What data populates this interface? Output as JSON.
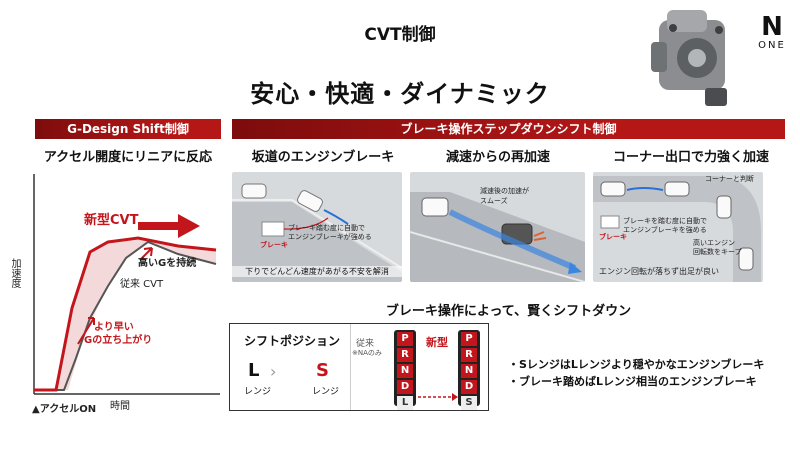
{
  "header": {
    "title": "CVT制御",
    "subtitle": "安心・快適・ダイナミック",
    "logo_big": "N",
    "logo_small": "ONE"
  },
  "left_panel": {
    "band": "G-Design Shift制御",
    "heading": "アクセル開度にリニアに反応",
    "ylabel": "加速度",
    "xlabel": "時間",
    "accel_on": "▲アクセルON",
    "new_cvt": "新型CVT",
    "keep_g": "高いGを持続",
    "old_cvt": "従来 CVT",
    "early_rise_1": "より早い",
    "early_rise_2": "Gの立ち上がり"
  },
  "right_panel": {
    "band": "ブレーキ操作ステップダウンシフト制御",
    "scenes": [
      {
        "heading": "坂道のエンジンブレーキ",
        "callout": "ブレーキ踏む度に自動で\nエンジンブレーキが強める",
        "brake": "ブレーキ",
        "caption": "下りでどんどん速度があがる不安を解消"
      },
      {
        "heading": "減速からの再加速",
        "callout_1": "減速後の加速が",
        "callout_2": "スムーズ"
      },
      {
        "heading": "コーナー出口で力強く加速",
        "callout_top": "コーナーと判断",
        "callout_mid_1": "ブレーキを踏む度に自動で",
        "callout_mid_2": "エンジンブレーキを強める",
        "brake": "ブレーキ",
        "callout_right_1": "高いエンジン",
        "callout_right_2": "回転数をキープ",
        "caption": "エンジン回転が落ちず出足が良い"
      }
    ],
    "step_down_caption": "ブレーキ操作によって、賢くシフトダウン",
    "shift_position": {
      "label": "シフトポジション",
      "from_letter": "L",
      "from_range": "レンジ",
      "to_letter": "S",
      "to_range": "レンジ",
      "old_label": "従来",
      "old_note": "※NAのみ",
      "new_label": "新型",
      "old_gears": [
        "P",
        "R",
        "N",
        "D",
        "L"
      ],
      "new_gears": [
        "P",
        "R",
        "N",
        "D",
        "S"
      ]
    },
    "bullets": [
      "・SレンジはLレンジより穏やかなエンジンブレーキ",
      "・ブレーキ踏めばLレンジ相当のエンジンブレーキ"
    ]
  },
  "colors": {
    "accent": "#c3161c",
    "band_dark": "#7d0c0c"
  }
}
